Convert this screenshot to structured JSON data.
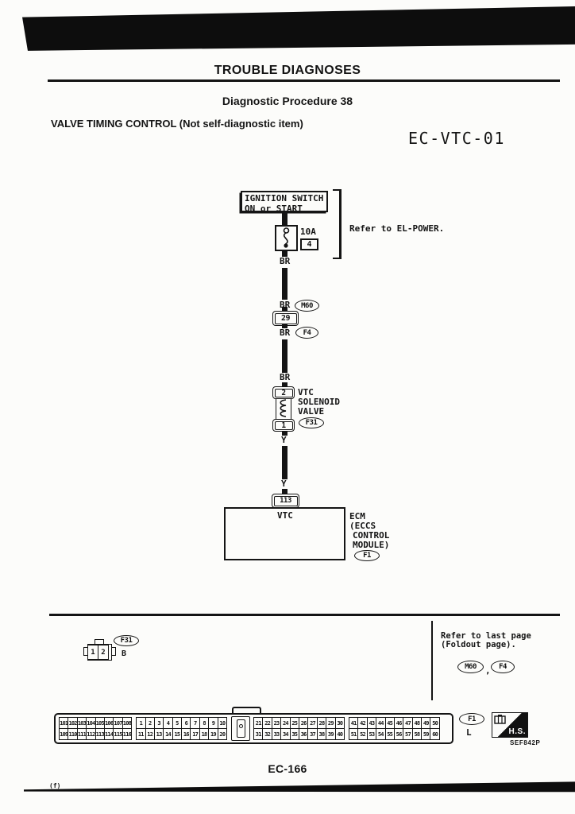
{
  "header": {
    "section_title": "TROUBLE DIAGNOSES"
  },
  "titles": {
    "procedure": "Diagnostic Procedure 38",
    "subtitle": "VALVE TIMING CONTROL (Not self-diagnostic item)",
    "diagram_code": "EC-VTC-01"
  },
  "schematic": {
    "power_source": {
      "line1": "IGNITION SWITCH",
      "line2": "ON or START"
    },
    "fuse": {
      "rating": "10A",
      "slot": "4"
    },
    "refer_note": "Refer to EL-POWER.",
    "wires": {
      "w1": "BR",
      "w2": "BR",
      "w3": "BR",
      "w4": "BR",
      "w5": "Y",
      "w6": "Y"
    },
    "connectors": {
      "m60": "M60",
      "body29": "29",
      "f4": "F4",
      "f31": "F31",
      "f1": "F1"
    },
    "valve": {
      "pin_top": "2",
      "pin_bottom": "1",
      "name1": "VTC",
      "name2": "SOLENOID",
      "name3": "VALVE"
    },
    "ecm": {
      "pin": "113",
      "signal": "VTC",
      "label1": "ECM",
      "label2": "(ECCS",
      "label3": "CONTROL",
      "label4": "MODULE)"
    }
  },
  "connector_views": {
    "f31_view": {
      "pins": [
        "1",
        "2"
      ],
      "code": "F31",
      "color": "B"
    },
    "refer_note1": "Refer to last page",
    "refer_note2": "(Foldout page).",
    "ref_m60": "M60",
    "ref_comma": ",",
    "ref_f4": "F4",
    "ecm_view": {
      "code": "F1",
      "color": "L",
      "block_a_top": [
        "101",
        "102",
        "103",
        "104",
        "105",
        "106",
        "107",
        "108"
      ],
      "block_a_bottom": [
        "109",
        "110",
        "111",
        "112",
        "113",
        "114",
        "115",
        "116"
      ],
      "block_b_top": [
        "1",
        "2",
        "3",
        "4",
        "5",
        "6",
        "7",
        "8",
        "9",
        "10"
      ],
      "block_b_bottom": [
        "11",
        "12",
        "13",
        "14",
        "15",
        "16",
        "17",
        "18",
        "19",
        "20"
      ],
      "block_c_top": [
        "21",
        "22",
        "23",
        "24",
        "25",
        "26",
        "27",
        "28",
        "29",
        "30"
      ],
      "block_c_bottom": [
        "31",
        "32",
        "33",
        "34",
        "35",
        "36",
        "37",
        "38",
        "39",
        "40"
      ],
      "block_d_top": [
        "41",
        "42",
        "43",
        "44",
        "45",
        "46",
        "47",
        "48",
        "49",
        "50"
      ],
      "block_d_bottom": [
        "51",
        "52",
        "53",
        "54",
        "55",
        "56",
        "57",
        "58",
        "59",
        "60"
      ]
    },
    "hs_label": "H.S."
  },
  "footer": {
    "page_number": "EC-166",
    "photo_ref": "SEF842P",
    "margin_mark": "(f)"
  }
}
